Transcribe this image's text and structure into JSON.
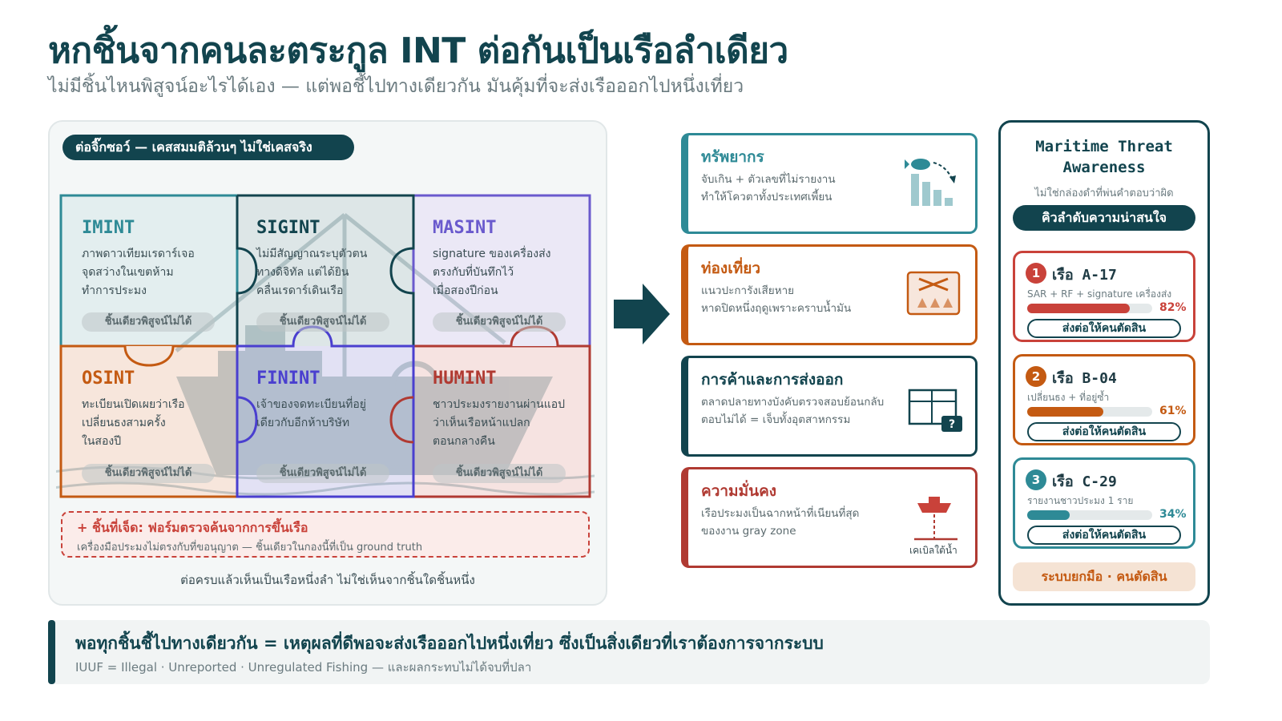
{
  "title": "หกชิ้นจากคนละตระกูล INT ต่อกันเป็นเรือลำเดียว",
  "subtitle": "ไม่มีชิ้นไหนพิสูจน์อะไรได้เอง — แต่พอชี้ไปทางเดียวกัน มันคุ้มที่จะส่งเรือออกไปหนึ่งเที่ยว",
  "puzzle": {
    "header": "ต่อจิ๊กซอว์ — เคสสมมติล้วนๆ ไม่ใช่เคสจริง",
    "pieces": [
      {
        "label": "IMINT",
        "desc": "ภาพดาวเทียมเรดาร์เจอ\nจุดสว่างในเขตห้าม\nทำการประมง",
        "badge": "ชิ้นเดียวพิสูจน์ไม่ได้",
        "color": "#2e8a96"
      },
      {
        "label": "SIGINT",
        "desc": "ไม่มีสัญญาณระบุตัวตน\nทางดิจิทัล แต่ได้ยิน\nคลื่นเรดาร์เดินเรือ",
        "badge": "ชิ้นเดียวพิสูจน์ไม่ได้",
        "color": "#12444e"
      },
      {
        "label": "MASINT",
        "desc": "signature ของเครื่องส่ง\nตรงกับที่บันทึกไว้\nเมื่อสองปีก่อน",
        "badge": "ชิ้นเดียวพิสูจน์ไม่ได้",
        "color": "#6a5acd"
      },
      {
        "label": "OSINT",
        "desc": "ทะเบียนเปิดเผยว่าเรือ\nเปลี่ยนธงสามครั้ง\nในสองปี",
        "badge": "ชิ้นเดียวพิสูจน์ไม่ได้",
        "color": "#c45a12"
      },
      {
        "label": "FININT",
        "desc": "เจ้าของจดทะเบียนที่อยู่\nเดียวกับอีกห้าบริษัท",
        "badge": "ชิ้นเดียวพิสูจน์ไม่ได้",
        "color": "#4a3fcf"
      },
      {
        "label": "HUMINT",
        "desc": "ชาวประมงรายงานผ่านแอป\nว่าเห็นเรือหน้าแปลก\nตอนกลางคืน",
        "badge": "ชิ้นเดียวพิสูจน์ไม่ได้",
        "color": "#b03a32"
      }
    ],
    "seventh_title": "+ ชิ้นที่เจ็ด: ฟอร์มตรวจค้นจากการขึ้นเรือ",
    "seventh_desc": "เครื่องมือประมงไม่ตรงกับที่ขอนุญาต — ชิ้นเดียวในกองนี้ที่เป็น ground truth",
    "footer": "ต่อครบแล้วเห็นเป็นเรือหนึ่งลำ ไม่ใช่เห็นจากชิ้นใดชิ้นหนึ่ง"
  },
  "impacts": [
    {
      "title": "ทรัพยากร",
      "desc": "จับเกิน + ตัวเลขที่ไม่รายงาน\nทำให้โควตาทั้งประเทศเพี้ยน",
      "icon": "fish-decline-chart-icon",
      "color": "#2e8a96"
    },
    {
      "title": "ท่องเที่ยว",
      "desc": "แนวปะการังเสียหาย\nหาดปิดหนึ่งฤดูเพราะคราบน้ำมัน",
      "icon": "closed-reef-icon",
      "color": "#c45a12"
    },
    {
      "title": "การค้าและการส่งออก",
      "desc": "ตลาดปลายทางบังคับตรวจสอบย้อนกลับ\nตอบไม่ได้ = เจ็บทั้งอุตสาหกรรม",
      "icon": "trace-table-icon",
      "color": "#12444e"
    },
    {
      "title": "ความมั่นคง",
      "desc": "เรือประมงเป็นฉากหน้าที่เนียนที่สุด\nของงาน gray zone",
      "icon": "vessel-undersea-icon",
      "icon_label": "เคเบิลใต้น้ำ",
      "color": "#b03a32"
    }
  ],
  "sidebar": {
    "title": "Maritime Threat\nAwareness",
    "subtitle": "ไม่ใช่กล่องดำที่พ่นคำตอบว่าผิด",
    "queue_label": "คิวลำดับความน่าสนใจ",
    "ranks": [
      {
        "num": "1",
        "name": "เรือ A-17",
        "signals": "SAR + RF + signature เครื่องส่ง",
        "score": 82,
        "score_label": "82%",
        "action": "ส่งต่อให้คนตัดสิน",
        "color": "#c9423a",
        "bar": "#c9423a"
      },
      {
        "num": "2",
        "name": "เรือ B-04",
        "signals": "เปลี่ยนธง + ที่อยู่ซ้ำ",
        "score": 61,
        "score_label": "61%",
        "action": "ส่งต่อให้คนตัดสิน",
        "color": "#c45a12",
        "bar": "#c45a12"
      },
      {
        "num": "3",
        "name": "เรือ C-29",
        "signals": "รายงานชาวประมง 1 ราย",
        "score": 34,
        "score_label": "34%",
        "action": "ส่งต่อให้คนตัดสิน",
        "color": "#2e8a96",
        "bar": "#2e8a96"
      }
    ],
    "footer": "ระบบยกมือ · คนตัดสิน"
  },
  "banner": {
    "main": "พอทุกชิ้นชี้ไปทางเดียวกัน = เหตุผลที่ดีพอจะส่งเรือออกไปหนึ่งเที่ยว ซึ่งเป็นสิ่งเดียวที่เราต้องการจากระบบ",
    "sub": "IUUF = Illegal · Unreported · Unregulated Fishing — และผลกระทบไม่ได้จบที่ปลา"
  }
}
